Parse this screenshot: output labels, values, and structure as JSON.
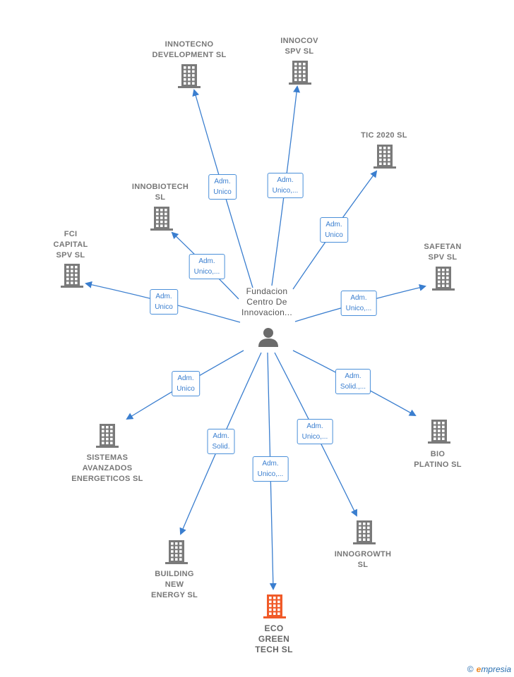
{
  "colors": {
    "edge": "#3a7ecf",
    "building": "#7a7a7a",
    "building_accent": "#f05a28",
    "person": "#6b6b6b"
  },
  "center": {
    "name_lines": [
      "Fundacion",
      "Centro De",
      "Innovacion..."
    ],
    "icon": "person-icon"
  },
  "companies": [
    {
      "id": "innotecno",
      "lines": [
        "INNOTECNO",
        "DEVELOPMENT SL"
      ],
      "icon": "building-icon",
      "accent": false
    },
    {
      "id": "innocov",
      "lines": [
        "INNOCOV",
        "SPV  SL"
      ],
      "icon": "building-icon",
      "accent": false
    },
    {
      "id": "tic2020",
      "lines": [
        "TIC 2020 SL"
      ],
      "icon": "building-icon",
      "accent": false
    },
    {
      "id": "innobiotech",
      "lines": [
        "INNOBIOTECH",
        "SL"
      ],
      "icon": "building-icon",
      "accent": false
    },
    {
      "id": "fci",
      "lines": [
        "FCI",
        "CAPITAL",
        "SPV  SL"
      ],
      "icon": "building-icon",
      "accent": false
    },
    {
      "id": "safetan",
      "lines": [
        "SAFETAN",
        "SPV  SL"
      ],
      "icon": "building-icon",
      "accent": false
    },
    {
      "id": "sistemas",
      "lines": [
        "SISTEMAS",
        "AVANZADOS",
        "ENERGETICOS SL"
      ],
      "icon": "building-icon",
      "accent": false
    },
    {
      "id": "bio",
      "lines": [
        "BIO",
        "PLATINO SL"
      ],
      "icon": "building-icon",
      "accent": false
    },
    {
      "id": "building",
      "lines": [
        "BUILDING",
        "NEW",
        "ENERGY SL"
      ],
      "icon": "building-icon",
      "accent": false
    },
    {
      "id": "innogrowth",
      "lines": [
        "INNOGROWTH",
        "SL"
      ],
      "icon": "building-icon",
      "accent": false
    },
    {
      "id": "eco",
      "lines": [
        "ECO",
        "GREEN",
        "TECH  SL"
      ],
      "icon": "building-icon",
      "accent": true
    }
  ],
  "edges": [
    {
      "to": "innotecno",
      "lines": [
        "Adm.",
        "Unico"
      ]
    },
    {
      "to": "innocov",
      "lines": [
        "Adm.",
        "Unico,..."
      ]
    },
    {
      "to": "tic2020",
      "lines": [
        "Adm.",
        "Unico"
      ]
    },
    {
      "to": "innobiotech",
      "lines": [
        "Adm.",
        "Unico,..."
      ]
    },
    {
      "to": "fci",
      "lines": [
        "Adm.",
        "Unico"
      ]
    },
    {
      "to": "safetan",
      "lines": [
        "Adm.",
        "Unico,..."
      ]
    },
    {
      "to": "sistemas",
      "lines": [
        "Adm.",
        "Unico"
      ]
    },
    {
      "to": "bio",
      "lines": [
        "Adm.",
        "Solid.,..."
      ]
    },
    {
      "to": "building",
      "lines": [
        "Adm.",
        "Solid."
      ]
    },
    {
      "to": "innogrowth",
      "lines": [
        "Adm.",
        "Unico,..."
      ]
    },
    {
      "to": "eco",
      "lines": [
        "Adm.",
        "Unico,..."
      ]
    }
  ],
  "footer": {
    "copyright_symbol": "©",
    "brand_initial": "e",
    "brand_rest": "mpresia"
  }
}
